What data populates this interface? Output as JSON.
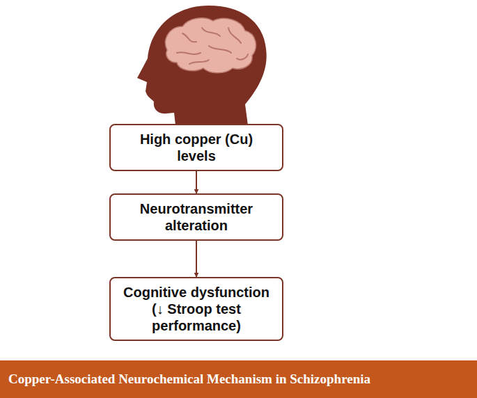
{
  "diagram": {
    "caption": "Copper-Associated Neurochemical Mechanism in Schizophrenia",
    "nodes": [
      {
        "text": [
          "High copper (Cu) levels"
        ]
      },
      {
        "text": [
          "Neurotransmitter alteration"
        ]
      },
      {
        "text": [
          "Cognitive dysfunction",
          "(↓ Stroop test performance)"
        ]
      }
    ],
    "edges": [
      {
        "from": 0,
        "to": 1,
        "arrow": "to"
      },
      {
        "from": 1,
        "to": 2,
        "arrow": "to"
      }
    ]
  }
}
